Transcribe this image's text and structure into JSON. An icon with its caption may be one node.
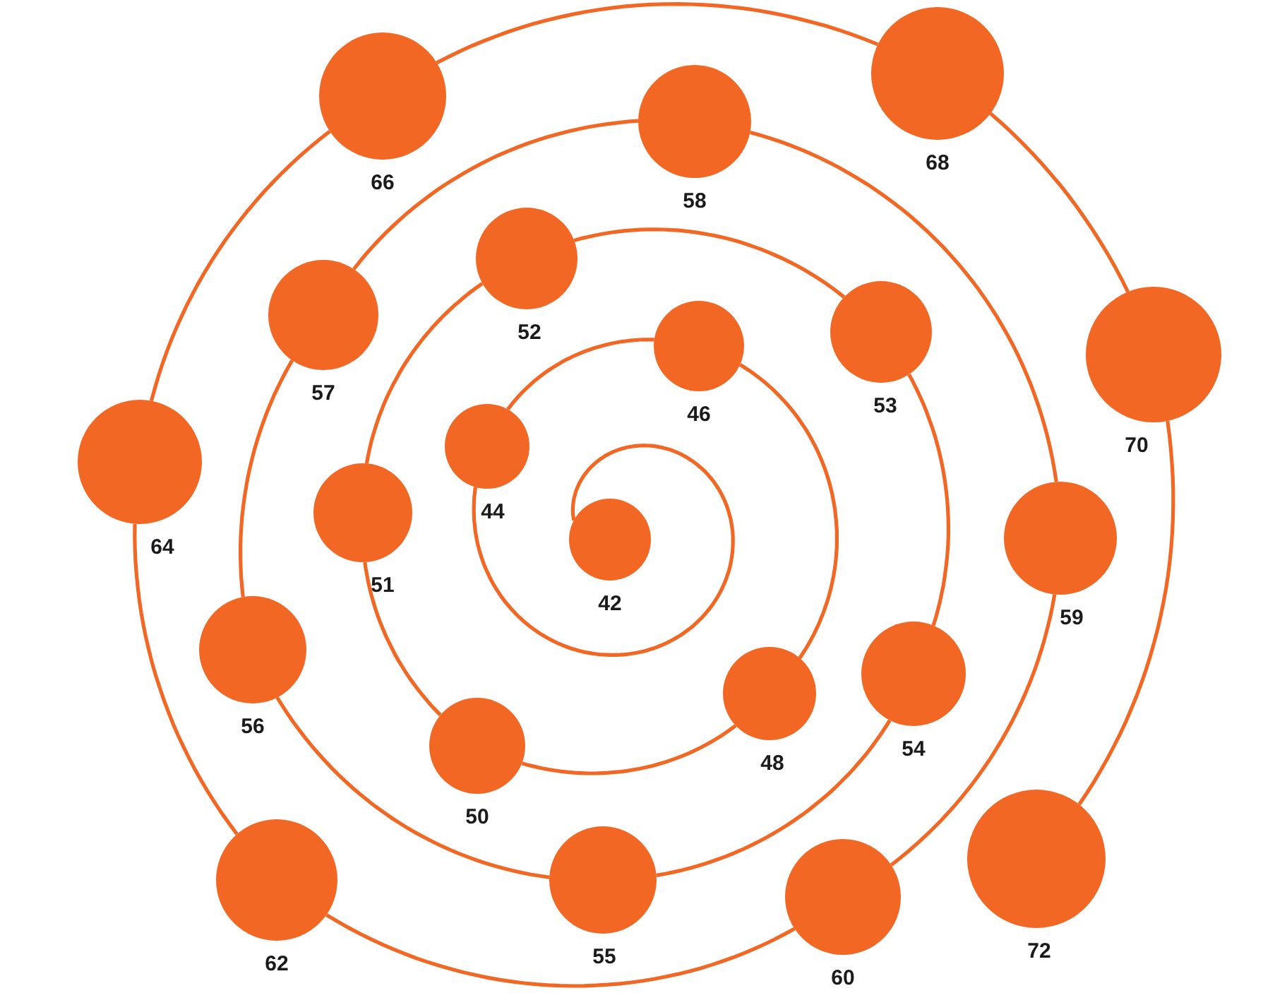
{
  "diagram": {
    "nodes": [
      {
        "text": [],
        "shape": "circle",
        "beside": [
          "42"
        ]
      },
      {
        "text": [],
        "shape": "circle",
        "beside": [
          "44"
        ]
      },
      {
        "text": [],
        "shape": "circle",
        "beside": [
          "46"
        ]
      },
      {
        "text": [],
        "shape": "circle",
        "beside": [
          "48"
        ]
      },
      {
        "text": [],
        "shape": "circle",
        "beside": [
          "50"
        ]
      },
      {
        "text": [],
        "shape": "circle",
        "beside": [
          "51"
        ]
      },
      {
        "text": [],
        "shape": "circle",
        "beside": [
          "52"
        ]
      },
      {
        "text": [],
        "shape": "circle",
        "beside": [
          "53"
        ]
      },
      {
        "text": [],
        "shape": "circle",
        "beside": [
          "54"
        ]
      },
      {
        "text": [],
        "shape": "circle",
        "beside": [
          "55"
        ]
      },
      {
        "text": [],
        "shape": "circle",
        "beside": [
          "56"
        ]
      },
      {
        "text": [],
        "shape": "circle",
        "beside": [
          "57"
        ]
      },
      {
        "text": [],
        "shape": "circle",
        "beside": [
          "58"
        ]
      },
      {
        "text": [],
        "shape": "circle",
        "beside": [
          "59"
        ]
      },
      {
        "text": [],
        "shape": "circle",
        "beside": [
          "60"
        ]
      },
      {
        "text": [],
        "shape": "circle",
        "beside": [
          "62"
        ]
      },
      {
        "text": [],
        "shape": "circle",
        "beside": [
          "64"
        ]
      },
      {
        "text": [],
        "shape": "circle",
        "beside": [
          "66"
        ]
      },
      {
        "text": [],
        "shape": "circle",
        "beside": [
          "68"
        ]
      },
      {
        "text": [],
        "shape": "circle",
        "beside": [
          "70"
        ]
      },
      {
        "text": [],
        "shape": "circle",
        "beside": [
          "72"
        ]
      }
    ],
    "edges": [
      {
        "from": 0,
        "to": 1,
        "arrow": "none"
      },
      {
        "from": 1,
        "to": 2,
        "arrow": "none"
      },
      {
        "from": 2,
        "to": 3,
        "arrow": "none"
      },
      {
        "from": 3,
        "to": 4,
        "arrow": "none"
      },
      {
        "from": 4,
        "to": 5,
        "arrow": "none"
      },
      {
        "from": 5,
        "to": 6,
        "arrow": "none"
      },
      {
        "from": 6,
        "to": 7,
        "arrow": "none"
      },
      {
        "from": 7,
        "to": 8,
        "arrow": "none"
      },
      {
        "from": 8,
        "to": 9,
        "arrow": "none"
      },
      {
        "from": 9,
        "to": 10,
        "arrow": "none"
      },
      {
        "from": 10,
        "to": 11,
        "arrow": "none"
      },
      {
        "from": 11,
        "to": 12,
        "arrow": "none"
      },
      {
        "from": 12,
        "to": 13,
        "arrow": "none"
      },
      {
        "from": 13,
        "to": 14,
        "arrow": "none"
      },
      {
        "from": 14,
        "to": 15,
        "arrow": "none"
      },
      {
        "from": 15,
        "to": 16,
        "arrow": "none"
      },
      {
        "from": 16,
        "to": 17,
        "arrow": "none"
      },
      {
        "from": 17,
        "to": 18,
        "arrow": "none"
      },
      {
        "from": 18,
        "to": 19,
        "arrow": "none"
      },
      {
        "from": 19,
        "to": 20,
        "arrow": "none"
      }
    ]
  }
}
